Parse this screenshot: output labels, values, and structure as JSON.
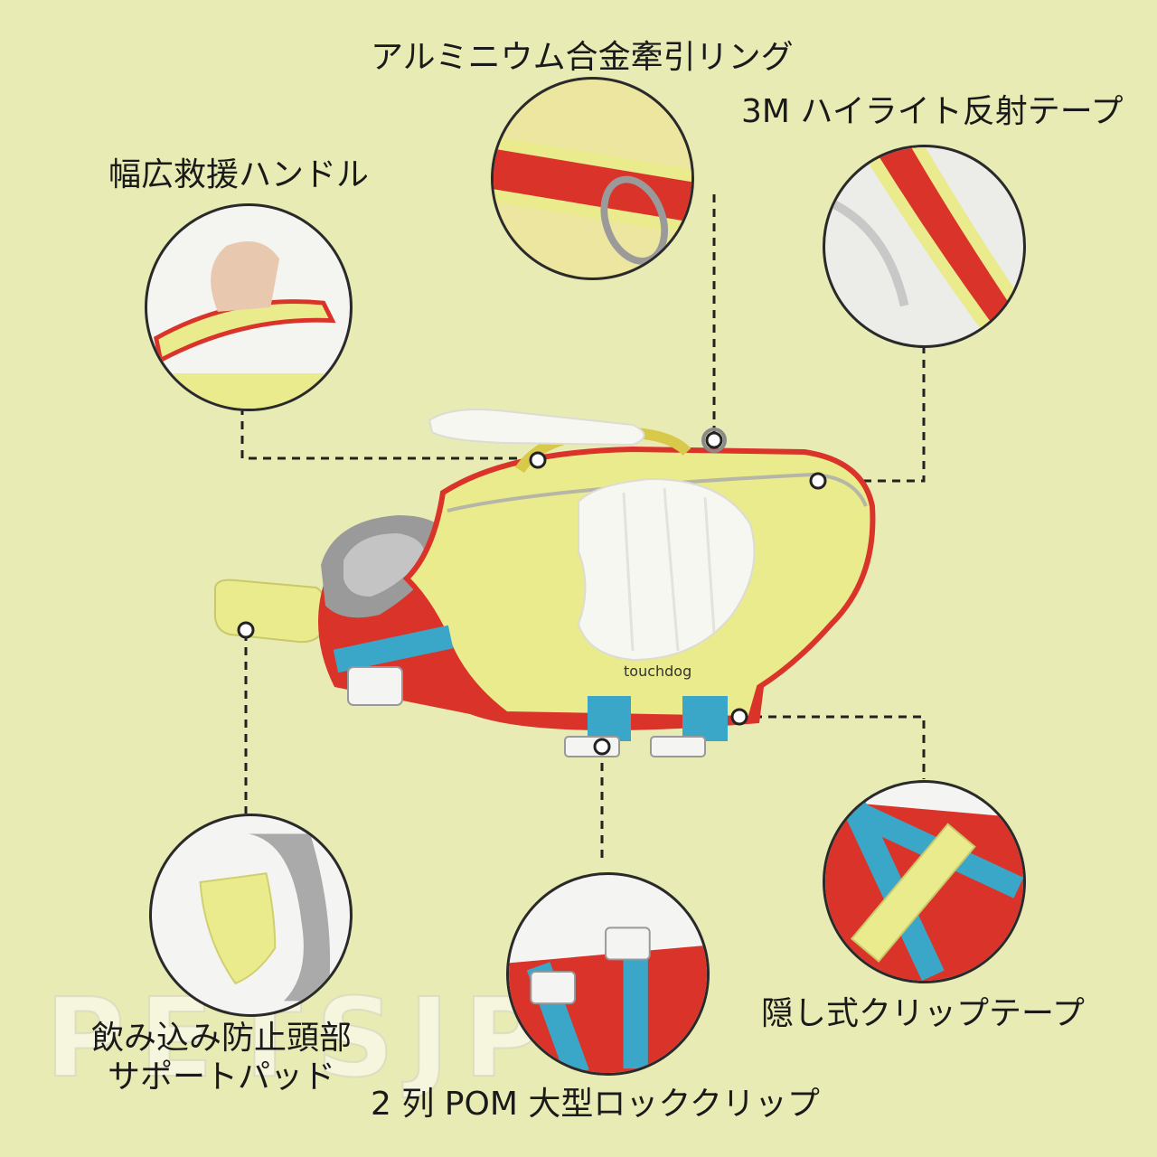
{
  "features": {
    "ring": {
      "label": "アルミニウム合金牽引リング"
    },
    "reflective_tape": {
      "label": "3M ハイライト反射テープ"
    },
    "handle": {
      "label": "幅広救援ハンドル"
    },
    "head_pad": {
      "label_line1": "飲み込み防止頭部",
      "label_line2": "サポートパッド"
    },
    "lock_clip": {
      "label": "2 列 POM 大型ロッククリップ"
    },
    "hidden_tape": {
      "label": "隠し式クリップテープ"
    }
  },
  "product": {
    "brand_text": "touchdog"
  },
  "watermark": {
    "text": "PETSJP"
  },
  "colors": {
    "background": "#e8ecb4",
    "vest_yellow": "#eaeb8c",
    "trim_red": "#d9332a",
    "strap_blue": "#3aa7c9",
    "wing_white": "#f7f7f2"
  }
}
